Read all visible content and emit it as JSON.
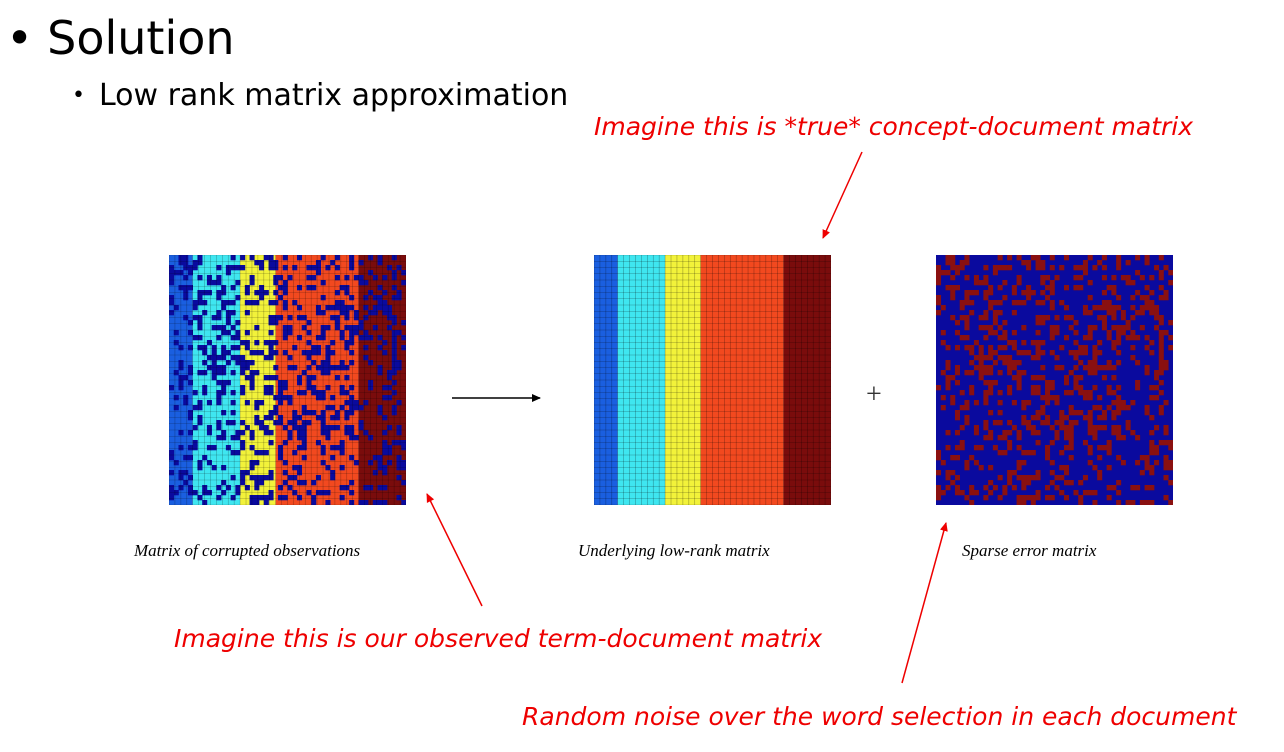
{
  "slide": {
    "title": "Solution",
    "subtitle": "Low rank matrix approximation",
    "bullet_symbol": "•"
  },
  "annotations": {
    "true_matrix": "Imagine this is *true* concept-document matrix",
    "observed_matrix": "Imagine this is our observed term-document matrix",
    "noise": "Random noise over the word selection in each document"
  },
  "figure": {
    "captions": {
      "corrupted": "Matrix of corrupted observations",
      "low_rank": "Underlying low-rank matrix",
      "sparse": "Sparse error matrix"
    },
    "plus_sign": "+",
    "band_colors": [
      "#1a5fe0",
      "#3fe6f0",
      "#f2f23a",
      "#f2491f",
      "#7a0c0c"
    ],
    "noise_colors": {
      "background": "#0a0a9e",
      "error": "#8a1010"
    },
    "annotation_color": "#ee0000"
  }
}
